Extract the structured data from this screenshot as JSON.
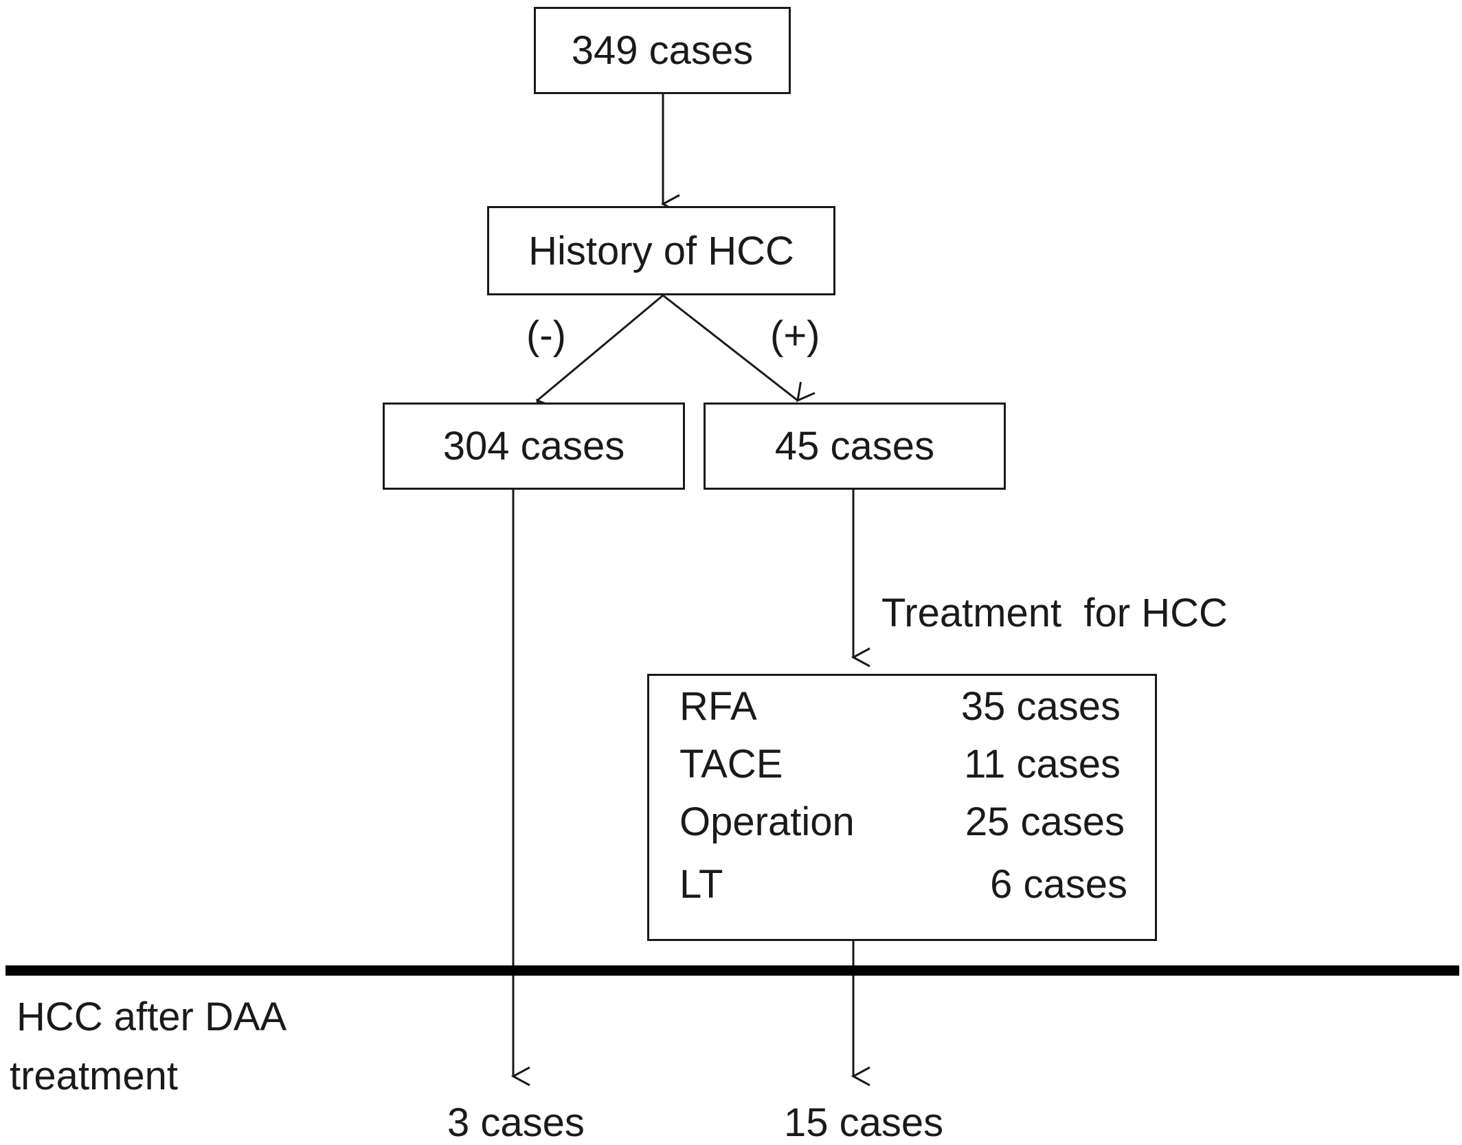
{
  "nodes": {
    "total": "349 cases",
    "history": "History of HCC",
    "negative": "304 cases",
    "positive": "45 cases"
  },
  "edges": {
    "negative_label": "(-)",
    "positive_label": "(+)",
    "treatment_label": "Treatment  for HCC"
  },
  "treatments": [
    {
      "name": "RFA",
      "count": "35 cases"
    },
    {
      "name": "TACE",
      "count": "11 cases"
    },
    {
      "name": "Operation",
      "count": "25 cases"
    },
    {
      "name": "LT",
      "count": "6 cases"
    }
  ],
  "outcome": {
    "label_line1": "HCC after DAA",
    "label_line2": "treatment",
    "negative_result": "3 cases",
    "positive_result": "15 cases"
  },
  "colors": {
    "stroke": "#1a1a1a",
    "background": "#ffffff"
  }
}
